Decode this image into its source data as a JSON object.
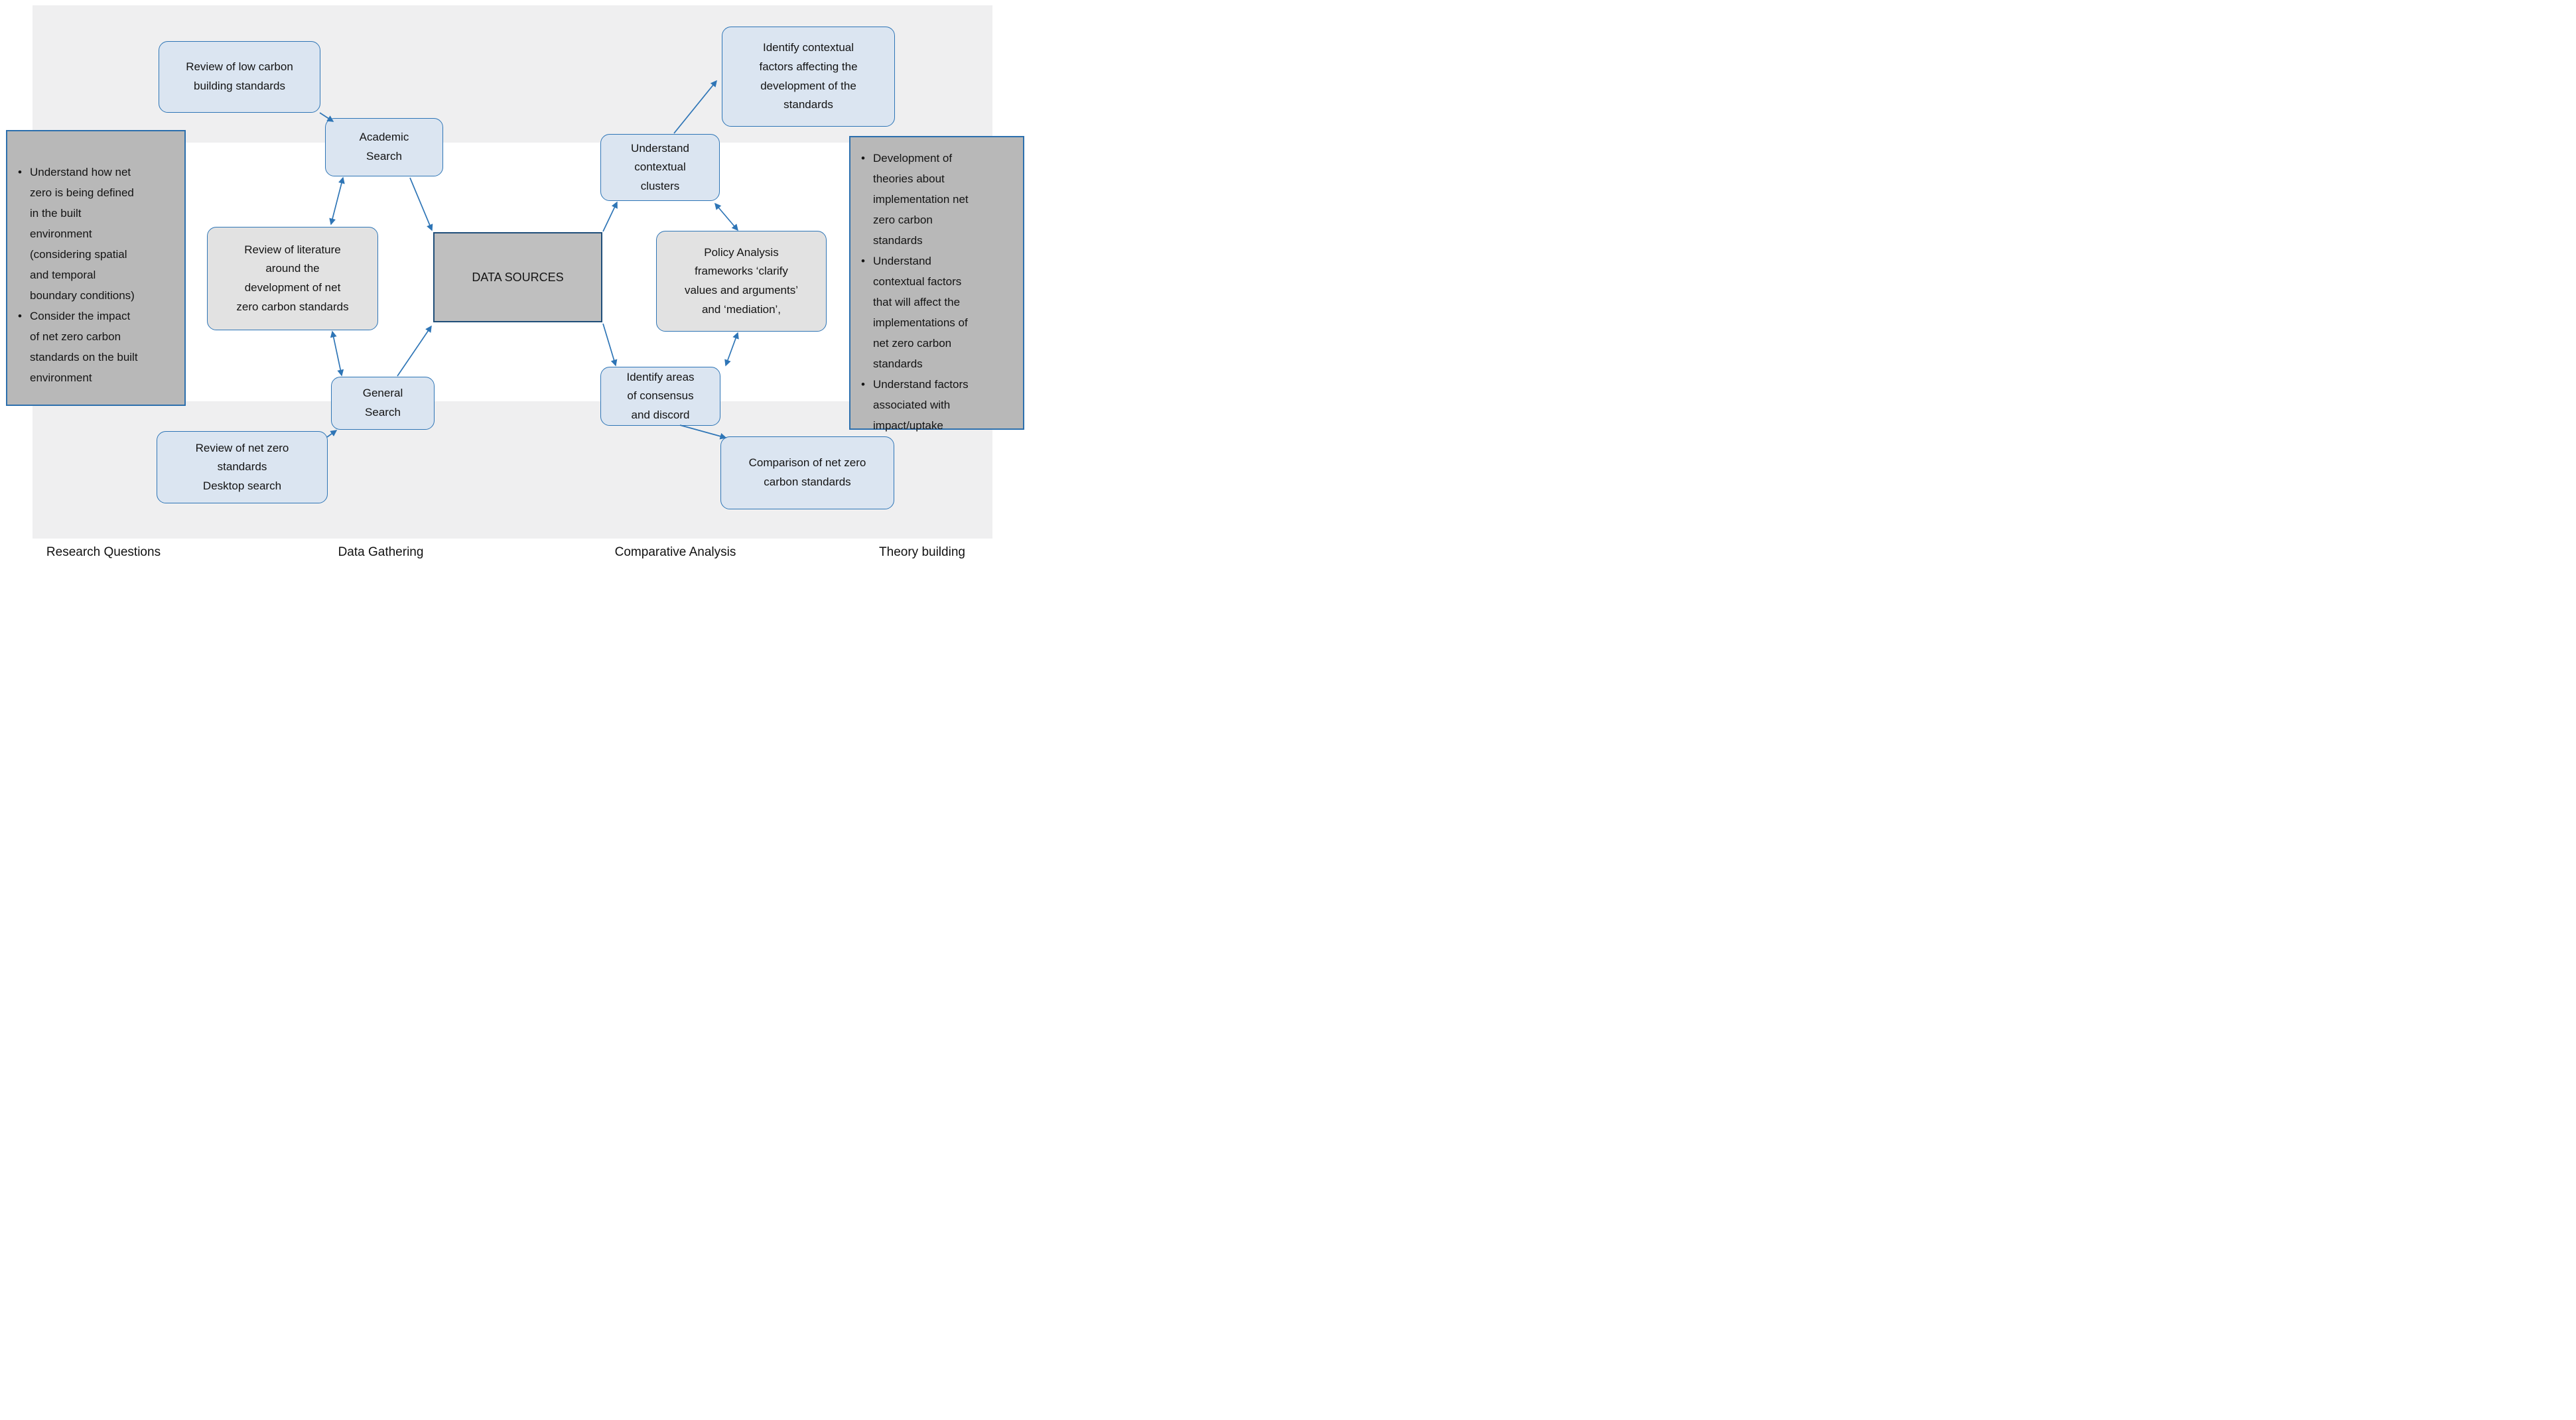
{
  "diagram": {
    "colors": {
      "accent_blue_border": "#2e75b6",
      "dark_blue_border": "#1f4e79",
      "light_blue_fill": "#dbe5f1",
      "light_gray_fill": "#e2e2e2",
      "mid_gray_fill": "#bfbfbf",
      "panel_gray_fill": "#b8b8b8",
      "canvas_gray": "#efeff0",
      "arrow_blue": "#2e75b6"
    },
    "boxes": {
      "low_carbon": {
        "text": "Review of low carbon\nbuilding standards"
      },
      "academic": {
        "text": "Academic\nSearch"
      },
      "review_lit": {
        "text": "Review of literature\naround the\ndevelopment of net\nzero carbon standards"
      },
      "data_sources": {
        "text": "DATA SOURCES"
      },
      "general": {
        "text": "General\nSearch"
      },
      "net_zero": {
        "text": "Review of net zero\nstandards\nDesktop search"
      },
      "understand_clusters": {
        "text": "Understand\ncontextual\nclusters"
      },
      "identify_contextual": {
        "text": "Identify contextual\nfactors affecting the\ndevelopment of the\nstandards"
      },
      "policy_analysis": {
        "text": "Policy Analysis\nframeworks ‘clarify\nvalues and arguments’\nand ‘mediation’,"
      },
      "identify_areas": {
        "text": "Identify areas\nof consensus\nand discord"
      },
      "comparison": {
        "text": "Comparison of net zero\ncarbon standards"
      }
    },
    "panels": {
      "research_questions": {
        "bullets": [
          "Understand how net\nzero is being defined\nin the built\nenvironment\n(considering spatial\nand temporal\nboundary conditions)",
          "Consider the impact\nof net zero carbon\nstandards on the built\nenvironment"
        ]
      },
      "theory_building": {
        "bullets": [
          "Development of\ntheories about\nimplementation net\nzero carbon\nstandards",
          "Understand\ncontextual factors\nthat will affect the\nimplementations of\nnet zero carbon\nstandards",
          "Understand factors\nassociated with\nimpact/uptake"
        ]
      }
    },
    "lanes": [
      {
        "label": "Research Questions"
      },
      {
        "label": "Data Gathering"
      },
      {
        "label": "Comparative Analysis"
      },
      {
        "label": "Theory building"
      }
    ]
  }
}
